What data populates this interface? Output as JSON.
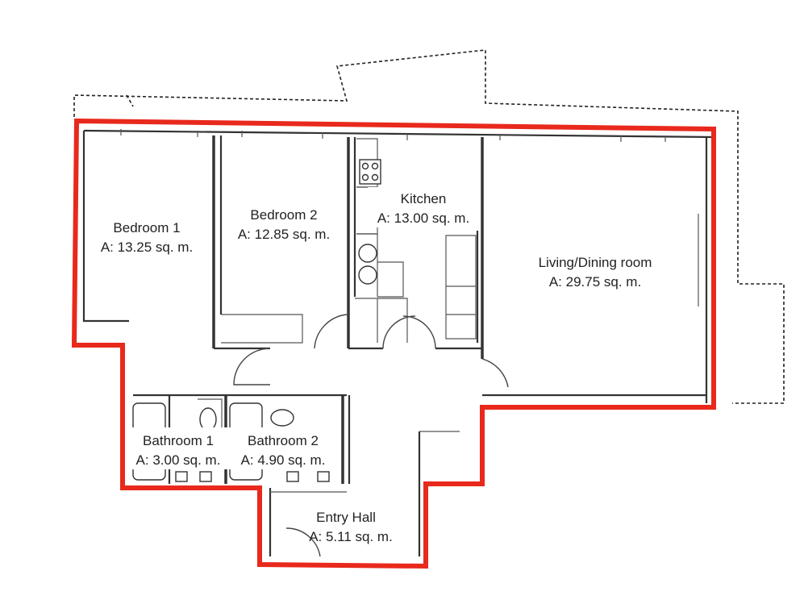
{
  "outline_color": "#e8291c",
  "rooms": [
    {
      "name": "Bedroom 1",
      "area": "A: 13.25 sq. m."
    },
    {
      "name": "Bedroom 2",
      "area": "A: 12.85 sq. m."
    },
    {
      "name": "Kitchen",
      "area": "A: 13.00 sq. m."
    },
    {
      "name": "Living/Dining room",
      "area": "A: 29.75 sq. m."
    },
    {
      "name": "Bathroom 1",
      "area": "A: 3.00 sq. m."
    },
    {
      "name": "Bathroom 2",
      "area": "A: 4.90 sq. m."
    },
    {
      "name": "Entry Hall",
      "area": "A: 5.11 sq. m."
    }
  ]
}
